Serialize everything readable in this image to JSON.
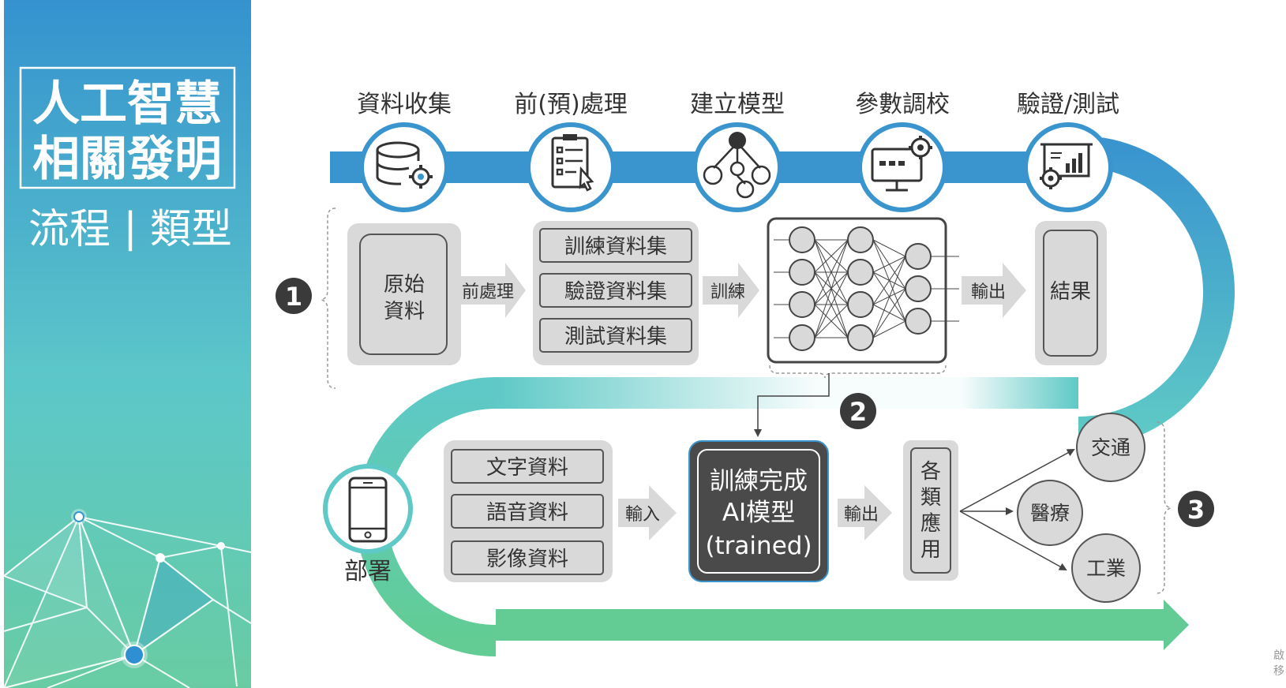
{
  "sidebar": {
    "title_line1": "人工智慧",
    "title_line2": "相關發明",
    "subtitle_left": "流程",
    "subtitle_separator": "|",
    "subtitle_right": "類型"
  },
  "pipeline": {
    "steps": [
      {
        "label": "資料收集",
        "icon": "database-gear-icon"
      },
      {
        "label": "前(預)處理",
        "icon": "checklist-cursor-icon"
      },
      {
        "label": "建立模型",
        "icon": "node-tree-icon"
      },
      {
        "label": "參數調校",
        "icon": "monitor-gear-icon"
      },
      {
        "label": "驗證/測試",
        "icon": "chart-gear-icon"
      }
    ]
  },
  "training": {
    "raw_data_line1": "原始",
    "raw_data_line2": "資料",
    "preprocess_arrow": "前處理",
    "datasets": [
      "訓練資料集",
      "驗證資料集",
      "測試資料集"
    ],
    "train_arrow": "訓練",
    "output_arrow": "輸出",
    "result": "結果",
    "badge": "1"
  },
  "model_badge": "2",
  "deployment": {
    "deploy_label": "部署",
    "inputs": [
      "文字資料",
      "語音資料",
      "影像資料"
    ],
    "input_arrow": "輸入",
    "model_line1": "訓練完成",
    "model_line2": "AI模型",
    "model_line3": "(trained)",
    "output_arrow": "輸出",
    "apps_chars": [
      "各",
      "類",
      "應",
      "用"
    ],
    "applications": [
      "交通",
      "醫療",
      "工業"
    ],
    "badge": "3"
  },
  "corner": {
    "line1": "啟",
    "line2": "移"
  },
  "colors": {
    "blue": "#3a95cf",
    "teal": "#5ec9c6",
    "green": "#62cc94",
    "dark_box": "#4a4a4a",
    "gray_panel": "#d9d9d9"
  }
}
